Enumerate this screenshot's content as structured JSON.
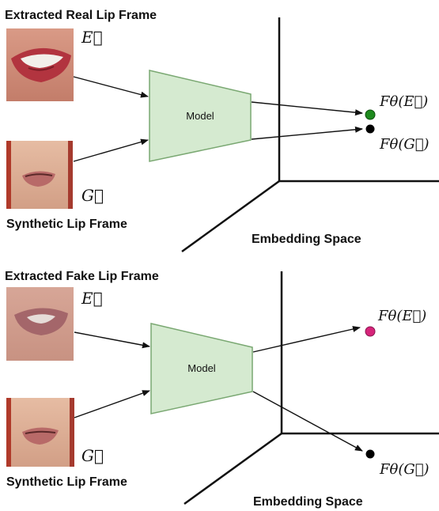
{
  "colors": {
    "model_fill": "#d5ead0",
    "model_stroke": "#7aa872",
    "real_embedding_dot": "#1e8a1e",
    "fake_embedding_dot": "#d6247a",
    "synthetic_embedding_dot": "#000000"
  },
  "panels": [
    {
      "title": "Extracted Real Lip Frame",
      "extracted_symbol": "E⃗",
      "synthetic_symbol": "G⃗",
      "synthetic_label": "Synthetic Lip Frame",
      "model_label": "Model",
      "space_label": "Embedding Space",
      "embedding_extracted": "Fθ(E⃗)",
      "embedding_synthetic": "Fθ(G⃗)"
    },
    {
      "title": "Extracted Fake Lip Frame",
      "extracted_symbol": "E⃗",
      "synthetic_symbol": "G⃗",
      "synthetic_label": "Synthetic Lip Frame",
      "model_label": "Model",
      "space_label": "Embedding Space",
      "embedding_extracted": "Fθ(E⃗)",
      "embedding_synthetic": "Fθ(G⃗)"
    }
  ]
}
